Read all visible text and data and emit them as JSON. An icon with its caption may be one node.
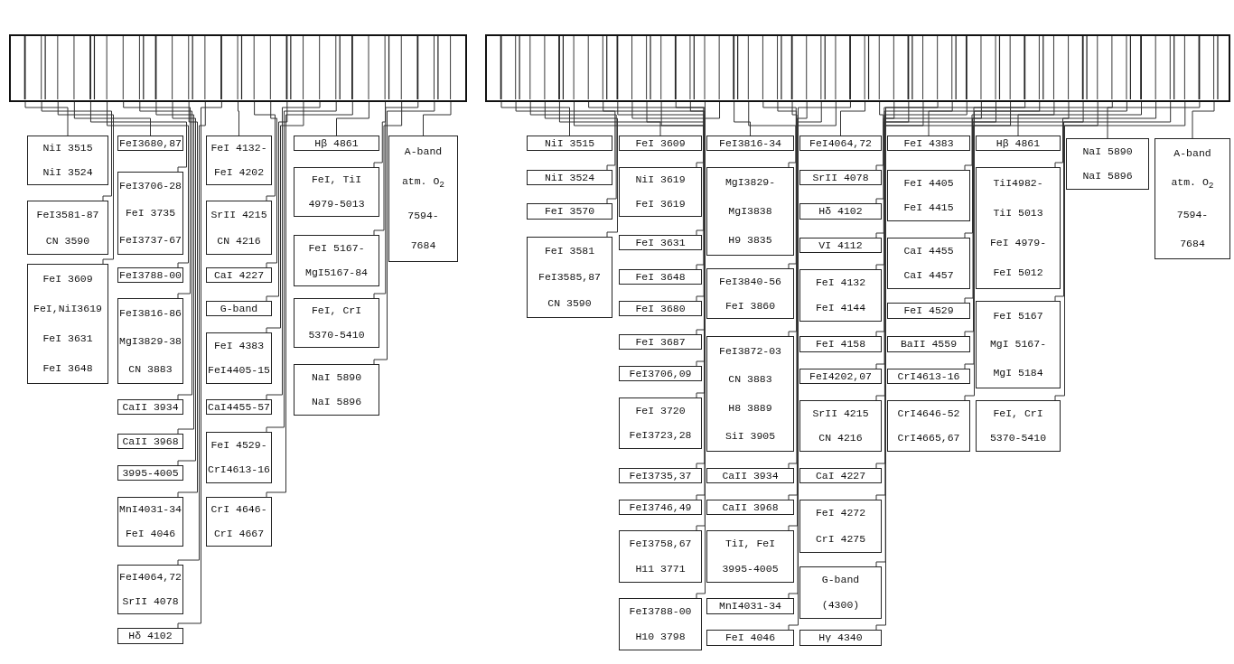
{
  "diagram": {
    "nodes": [
      {
        "text": [],
        "shape": "picture"
      },
      {
        "text": [
          "NiI 3515",
          "NiI 3524"
        ]
      },
      {
        "text": [
          "FeI3581-87",
          "CN 3590"
        ]
      },
      {
        "text": [
          "FeI 3609",
          "FeI,NiI3619",
          "FeI 3631",
          "FeI 3648"
        ]
      },
      {
        "text": [
          "FeI3680,87"
        ]
      },
      {
        "text": [
          "FeI3706-28",
          "FeI 3735",
          "FeI3737-67"
        ]
      },
      {
        "text": [
          "FeI3788-00"
        ]
      },
      {
        "text": [
          "FeI3816-86",
          "MgI3829-38",
          "CN 3883"
        ]
      },
      {
        "text": [
          "CaII 3934"
        ]
      },
      {
        "text": [
          "CaII 3968"
        ]
      },
      {
        "text": [
          "3995-4005"
        ]
      },
      {
        "text": [
          "MnI4031-34",
          "FeI 4046"
        ]
      },
      {
        "text": [
          "FeI4064,72",
          "SrII 4078"
        ]
      },
      {
        "text": [
          "Hδ 4102"
        ]
      },
      {
        "text": [
          "FeI 4132-",
          "FeI 4202"
        ]
      },
      {
        "text": [
          "SrII 4215",
          "CN 4216"
        ]
      },
      {
        "text": [
          "CaI 4227"
        ]
      },
      {
        "text": [
          "G-band"
        ]
      },
      {
        "text": [
          "FeI 4383",
          "FeI4405-15"
        ]
      },
      {
        "text": [
          "CaI4455-57"
        ]
      },
      {
        "text": [
          "FeI 4529-",
          "CrI4613-16"
        ]
      },
      {
        "text": [
          "CrI 4646-",
          "CrI 4667"
        ]
      },
      {
        "text": [
          "Hβ 4861"
        ]
      },
      {
        "text": [
          "FeI, TiI",
          "4979-5013"
        ]
      },
      {
        "text": [
          "FeI 5167-",
          "MgI5167-84"
        ]
      },
      {
        "text": [
          "FeI, CrI",
          "5370-5410"
        ]
      },
      {
        "text": [
          "NaI 5890",
          "NaI 5896"
        ]
      },
      {
        "text": [
          "A-band",
          "atm. O$_{2}$",
          "7594-",
          "7684"
        ]
      },
      {
        "text": [],
        "shape": "picture"
      },
      {
        "text": [
          "NiI 3515"
        ]
      },
      {
        "text": [
          "NiI 3524"
        ]
      },
      {
        "text": [
          "FeI 3570"
        ]
      },
      {
        "text": [
          "FeI 3581",
          "FeI3585,87",
          "CN 3590"
        ]
      },
      {
        "text": [
          "FeI 3609"
        ]
      },
      {
        "text": [
          "NiI 3619",
          "FeI 3619"
        ]
      },
      {
        "text": [
          "FeI 3631"
        ]
      },
      {
        "text": [
          "FeI 3648"
        ]
      },
      {
        "text": [
          "FeI 3680"
        ]
      },
      {
        "text": [
          "FeI 3687"
        ]
      },
      {
        "text": [
          "FeI3706,09"
        ]
      },
      {
        "text": [
          "FeI 3720",
          "FeI3723,28"
        ]
      },
      {
        "text": [
          "FeI3735,37"
        ]
      },
      {
        "text": [
          "FeI3746,49"
        ]
      },
      {
        "text": [
          "FeI3758,67",
          "H11 3771"
        ]
      },
      {
        "text": [
          "FeI3788-00",
          "H10 3798"
        ]
      },
      {
        "text": [
          "FeI3816-34"
        ]
      },
      {
        "text": [
          "MgI3829-",
          "MgI3838",
          "H9 3835"
        ]
      },
      {
        "text": [
          "FeI3840-56",
          "FeI 3860"
        ]
      },
      {
        "text": [
          "FeI3872-03",
          "CN 3883",
          "H8 3889",
          "SiI 3905"
        ]
      },
      {
        "text": [
          "CaII 3934"
        ]
      },
      {
        "text": [
          "CaII 3968"
        ]
      },
      {
        "text": [
          "TiI, FeI",
          "3995-4005"
        ]
      },
      {
        "text": [
          "MnI4031-34"
        ]
      },
      {
        "text": [
          "FeI 4046"
        ]
      },
      {
        "text": [
          "FeI4064,72"
        ]
      },
      {
        "text": [
          "SrII 4078"
        ]
      },
      {
        "text": [
          "Hδ 4102"
        ]
      },
      {
        "text": [
          "VI 4112"
        ]
      },
      {
        "text": [
          "FeI 4132",
          "FeI 4144"
        ]
      },
      {
        "text": [
          "FeI 4158"
        ]
      },
      {
        "text": [
          "FeI4202,07"
        ]
      },
      {
        "text": [
          "SrII 4215",
          "CN 4216"
        ]
      },
      {
        "text": [
          "CaI 4227"
        ]
      },
      {
        "text": [
          "FeI 4272",
          "CrI 4275"
        ]
      },
      {
        "text": [
          "G-band",
          "(4300)"
        ]
      },
      {
        "text": [
          "Hγ 4340"
        ]
      },
      {
        "text": [
          "FeI 4383"
        ]
      },
      {
        "text": [
          "FeI 4405",
          "FeI 4415"
        ]
      },
      {
        "text": [
          "CaI 4455",
          "CaI 4457"
        ]
      },
      {
        "text": [
          "FeI 4529"
        ]
      },
      {
        "text": [
          "BaII 4559"
        ]
      },
      {
        "text": [
          "CrI4613-16"
        ]
      },
      {
        "text": [
          "CrI4646-52",
          "CrI4665,67"
        ]
      },
      {
        "text": [
          "Hβ 4861"
        ]
      },
      {
        "text": [
          "TiI4982-",
          "TiI 5013",
          "FeI 4979-",
          "FeI 5012"
        ]
      },
      {
        "text": [
          "FeI 5167",
          "MgI 5167-",
          "MgI 5184"
        ]
      },
      {
        "text": [
          "FeI, CrI",
          "5370-5410"
        ]
      },
      {
        "text": [
          "NaI 5890",
          "NaI 5896"
        ]
      },
      {
        "text": [
          "A-band",
          "atm. O$_{2}$",
          "7594-",
          "7684"
        ]
      }
    ],
    "edges": [
      {
        "from": 1,
        "to": 0,
        "arrow": "none"
      },
      {
        "from": 2,
        "to": 0,
        "arrow": "none"
      },
      {
        "from": 3,
        "to": 0,
        "arrow": "none"
      },
      {
        "from": 4,
        "to": 0,
        "arrow": "none"
      },
      {
        "from": 5,
        "to": 0,
        "arrow": "none"
      },
      {
        "from": 6,
        "to": 0,
        "arrow": "none"
      },
      {
        "from": 7,
        "to": 0,
        "arrow": "none"
      },
      {
        "from": 8,
        "to": 0,
        "arrow": "none"
      },
      {
        "from": 9,
        "to": 0,
        "arrow": "none"
      },
      {
        "from": 10,
        "to": 0,
        "arrow": "none"
      },
      {
        "from": 11,
        "to": 0,
        "arrow": "none"
      },
      {
        "from": 12,
        "to": 0,
        "arrow": "none"
      },
      {
        "from": 13,
        "to": 0,
        "arrow": "none"
      },
      {
        "from": 14,
        "to": 0,
        "arrow": "none"
      },
      {
        "from": 15,
        "to": 0,
        "arrow": "none"
      },
      {
        "from": 16,
        "to": 0,
        "arrow": "none"
      },
      {
        "from": 17,
        "to": 0,
        "arrow": "none"
      },
      {
        "from": 18,
        "to": 0,
        "arrow": "none"
      },
      {
        "from": 19,
        "to": 0,
        "arrow": "none"
      },
      {
        "from": 20,
        "to": 0,
        "arrow": "none"
      },
      {
        "from": 21,
        "to": 0,
        "arrow": "none"
      },
      {
        "from": 22,
        "to": 0,
        "arrow": "none"
      },
      {
        "from": 23,
        "to": 0,
        "arrow": "none"
      },
      {
        "from": 24,
        "to": 0,
        "arrow": "none"
      },
      {
        "from": 25,
        "to": 0,
        "arrow": "none"
      },
      {
        "from": 26,
        "to": 0,
        "arrow": "none"
      },
      {
        "from": 27,
        "to": 0,
        "arrow": "none"
      },
      {
        "from": 29,
        "to": 28,
        "arrow": "none"
      },
      {
        "from": 30,
        "to": 28,
        "arrow": "none"
      },
      {
        "from": 31,
        "to": 28,
        "arrow": "none"
      },
      {
        "from": 32,
        "to": 28,
        "arrow": "none"
      },
      {
        "from": 33,
        "to": 28,
        "arrow": "none"
      },
      {
        "from": 34,
        "to": 28,
        "arrow": "none"
      },
      {
        "from": 35,
        "to": 28,
        "arrow": "none"
      },
      {
        "from": 36,
        "to": 28,
        "arrow": "none"
      },
      {
        "from": 37,
        "to": 28,
        "arrow": "none"
      },
      {
        "from": 38,
        "to": 28,
        "arrow": "none"
      },
      {
        "from": 39,
        "to": 28,
        "arrow": "none"
      },
      {
        "from": 40,
        "to": 28,
        "arrow": "none"
      },
      {
        "from": 41,
        "to": 28,
        "arrow": "none"
      },
      {
        "from": 42,
        "to": 28,
        "arrow": "none"
      },
      {
        "from": 43,
        "to": 28,
        "arrow": "none"
      },
      {
        "from": 44,
        "to": 28,
        "arrow": "none"
      },
      {
        "from": 45,
        "to": 28,
        "arrow": "none"
      },
      {
        "from": 46,
        "to": 28,
        "arrow": "none"
      },
      {
        "from": 47,
        "to": 28,
        "arrow": "none"
      },
      {
        "from": 48,
        "to": 28,
        "arrow": "none"
      },
      {
        "from": 49,
        "to": 28,
        "arrow": "none"
      },
      {
        "from": 50,
        "to": 28,
        "arrow": "none"
      },
      {
        "from": 51,
        "to": 28,
        "arrow": "none"
      },
      {
        "from": 52,
        "to": 28,
        "arrow": "none"
      },
      {
        "from": 53,
        "to": 28,
        "arrow": "none"
      },
      {
        "from": 54,
        "to": 28,
        "arrow": "none"
      },
      {
        "from": 55,
        "to": 28,
        "arrow": "none"
      },
      {
        "from": 56,
        "to": 28,
        "arrow": "none"
      },
      {
        "from": 57,
        "to": 28,
        "arrow": "none"
      },
      {
        "from": 58,
        "to": 28,
        "arrow": "none"
      },
      {
        "from": 59,
        "to": 28,
        "arrow": "none"
      },
      {
        "from": 60,
        "to": 28,
        "arrow": "none"
      },
      {
        "from": 61,
        "to": 28,
        "arrow": "none"
      },
      {
        "from": 62,
        "to": 28,
        "arrow": "none"
      },
      {
        "from": 63,
        "to": 28,
        "arrow": "none"
      },
      {
        "from": 64,
        "to": 28,
        "arrow": "none"
      },
      {
        "from": 65,
        "to": 28,
        "arrow": "none"
      },
      {
        "from": 66,
        "to": 28,
        "arrow": "none"
      },
      {
        "from": 67,
        "to": 28,
        "arrow": "none"
      },
      {
        "from": 68,
        "to": 28,
        "arrow": "none"
      },
      {
        "from": 69,
        "to": 28,
        "arrow": "none"
      },
      {
        "from": 70,
        "to": 28,
        "arrow": "none"
      },
      {
        "from": 71,
        "to": 28,
        "arrow": "none"
      },
      {
        "from": 72,
        "to": 28,
        "arrow": "none"
      },
      {
        "from": 73,
        "to": 28,
        "arrow": "none"
      },
      {
        "from": 74,
        "to": 28,
        "arrow": "none"
      },
      {
        "from": 75,
        "to": 28,
        "arrow": "none"
      },
      {
        "from": 76,
        "to": 28,
        "arrow": "none"
      },
      {
        "from": 77,
        "to": 28,
        "arrow": "none"
      },
      {
        "from": 78,
        "to": 28,
        "arrow": "none"
      }
    ]
  }
}
